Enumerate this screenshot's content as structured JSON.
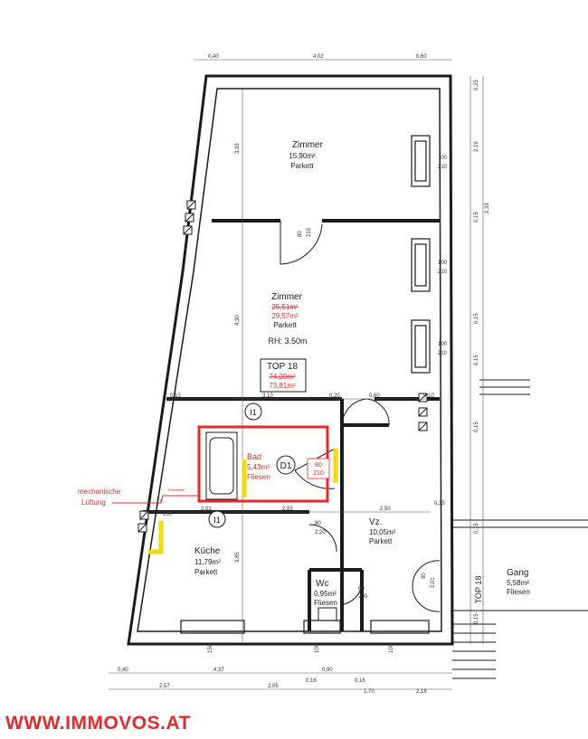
{
  "rooms": {
    "zimmer1": {
      "name": "Zimmer",
      "area": "15,90m²",
      "floor": "Parkett"
    },
    "zimmer2": {
      "name": "Zimmer",
      "area_old": "25,51m²",
      "area": "29,57m²",
      "floor": "Parkett",
      "height": "RH: 3.50m"
    },
    "bad": {
      "name": "Bad",
      "area": "5,43m²",
      "floor": "Fliesen"
    },
    "kueche": {
      "name": "Küche",
      "area": "11,79m²",
      "floor": "Parkett"
    },
    "vz": {
      "name": "Vz.",
      "area": "10,05m²",
      "floor": "Parkett"
    },
    "wc": {
      "name": "Wc",
      "area": "0,95m²",
      "floor": "Fliesen"
    },
    "gang": {
      "name": "Gang",
      "area": "5,58m²",
      "floor": "Fliesen"
    }
  },
  "top": {
    "label": "TOP 18",
    "area_old": "74,20m²",
    "area": "73,81m²",
    "stair_label": "TOP 18"
  },
  "markers": {
    "d1": "D1",
    "i1a": "I1",
    "i1b": "I1"
  },
  "lueftung": {
    "line1": "mechanische",
    "line2": "Lüftung",
    "small": "Rohrpfeile"
  },
  "doors": {
    "zimmer1_win": [
      "100",
      "210"
    ],
    "zimmer_door": [
      "80",
      "210"
    ],
    "zimmer2_win_a": [
      "100",
      "210"
    ],
    "zimmer2_win_b": [
      "100",
      "210"
    ],
    "bad_door": [
      "80",
      "210"
    ],
    "vz_door": [
      "80",
      "2,20"
    ],
    "wc_door": [
      "60",
      "200"
    ],
    "entry": [
      "90",
      "2,01"
    ]
  },
  "dimensions": {
    "top": [
      "0,40",
      "4,02",
      "0,60"
    ],
    "right": [
      "0,25",
      "2,19",
      "0,15",
      "2,33",
      "0,15",
      "0,15",
      "0,15",
      "0,15",
      "0,15"
    ],
    "left_vert": [
      "3,33",
      "4,30",
      "3,85"
    ],
    "mid": [
      "0,10",
      "3,10",
      "0,20",
      "0,60",
      "0,10"
    ],
    "mid2": [
      "2,01",
      "2,83",
      "2,50",
      "0,15"
    ],
    "bottom1": [
      "0,40",
      "4,37",
      "0,90",
      "0,16"
    ],
    "bottom2": [
      "2,57",
      "2,05",
      "0,16",
      "1,70",
      "2,18"
    ],
    "win_bottom": [
      "150",
      "100",
      "100",
      "100"
    ]
  },
  "watermark": "WWW.IMMOVOS.AT",
  "colors": {
    "wall": "#1a1a1a",
    "red": "#e32b2b",
    "yellow": "#f5d90a",
    "dim": "#555555"
  }
}
